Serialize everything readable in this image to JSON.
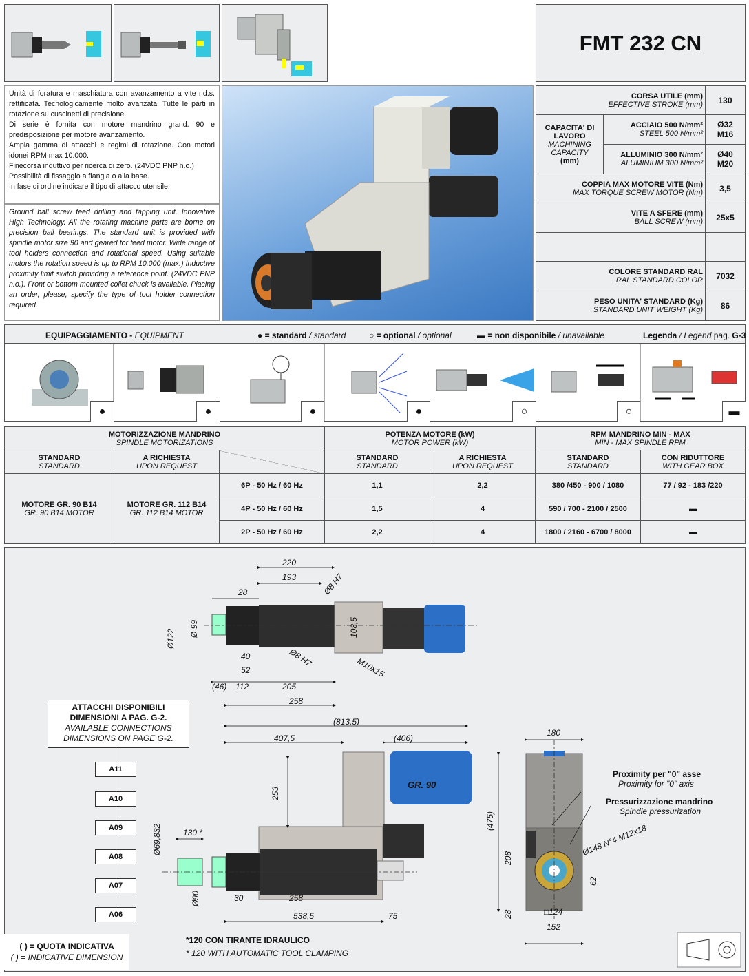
{
  "title": "FMT 232 CN",
  "desc_it": [
    "Unità di foratura e maschiatura con avanzamento a vite r.d.s. rettificata. Tecnologicamente molto avanzata. Tutte le parti in rotazione su cuscinetti di precisione.",
    "Di serie è fornita con motore mandrino grand. 90 e predisposizione per motore avanzamento.",
    "Ampia gamma di attacchi e regimi di rotazione. Con motori idonei RPM max 10.000.",
    "Finecorsa induttivo per ricerca di zero. (24VDC PNP n.o.)",
    "Possibilità di fissaggio a flangia o alla base.",
    "In fase di ordine indicare il tipo di attacco utensile."
  ],
  "desc_en": "Ground ball screw feed drilling and tapping unit. Innovative High Technology. All the rotating machine parts are borne on precision ball bearings. The standard unit is provided with spindle motor size 90 and geared for feed motor. Wide range of tool holders connection and rotational speed. Using suitable motors the rotation speed is up to RPM 10.000 (max.) Inductive proximity limit switch providing a reference point. (24VDC PNP n.o.). Front or bottom mounted collet chuck is available. Placing an order, please, specify the type of tool holder connection required.",
  "specs": {
    "stroke": {
      "it": "CORSA UTILE (mm)",
      "en": "EFFECTIVE STROKE (mm)",
      "value": "130"
    },
    "capacity": {
      "it1": "CAPACITA' DI",
      "it2": "LAVORO",
      "en1": "MACHINING",
      "en2": "CAPACITY",
      "unit": "(mm)"
    },
    "steel": {
      "it": "ACCIAIO 500 N/mm²",
      "en": "STEEL 500 N/mm²",
      "v1": "Ø32",
      "v2": "M16"
    },
    "alu": {
      "it": "ALLUMINIO 300 N/mm²",
      "en": "ALUMINIUM 300 N/mm²",
      "v1": "Ø40",
      "v2": "M20"
    },
    "torque": {
      "it": "COPPIA MAX MOTORE VITE (Nm)",
      "en": "MAX TORQUE SCREW MOTOR (Nm)",
      "value": "3,5"
    },
    "screw": {
      "it": "VITE A SFERE (mm)",
      "en": "BALL SCREW (mm)",
      "value": "25x5"
    },
    "color": {
      "it": "COLORE STANDARD RAL",
      "en": "RAL STANDARD COLOR",
      "value": "7032"
    },
    "weight": {
      "it": "PESO UNITA' STANDARD (Kg)",
      "en": "STANDARD UNIT WEIGHT (Kg)",
      "value": "86"
    }
  },
  "equipment": {
    "title_it": "EQUIPAGGIAMENTO - ",
    "title_en": "EQUIPMENT",
    "std_it": " = standard",
    "std_en": " / standard",
    "opt_it": " = optional",
    "opt_en": " / optional",
    "na_it": " = non disponibile",
    "na_en": " / unavailable",
    "legend_it": "Legenda",
    "legend_en": " / Legend",
    "legend_pag": " pag. ",
    "legend_ref": "G-3",
    "marks": [
      "●",
      "●",
      "●",
      "●",
      "○",
      "○",
      "▬"
    ]
  },
  "motor": {
    "h1_it": "MOTORIZZAZIONE MANDRINO",
    "h1_en": "SPINDLE MOTORIZATIONS",
    "h2_it": "POTENZA MOTORE (kW)",
    "h2_en": "MOTOR POWER (kW)",
    "h3_it": "RPM MANDRINO MIN - MAX",
    "h3_en": "MIN - MAX SPINDLE RPM",
    "std_it": "STANDARD",
    "std_en": "STANDARD",
    "req_it": "A RICHIESTA",
    "req_en": "UPON REQUEST",
    "gear_it": "CON RIDUTTORE",
    "gear_en": "WITH GEAR BOX",
    "m_std_it": "MOTORE  GR. 90  B14",
    "m_std_en": "GR. 90  B14  MOTOR",
    "m_req_it": "MOTORE  GR. 112  B14",
    "m_req_en": "GR. 112  B14  MOTOR",
    "rows": [
      {
        "freq": "6P - 50 Hz / 60 Hz",
        "p_std": "1,1",
        "p_req": "2,2",
        "rpm": "380 /450 - 900 / 1080",
        "gear": "77 / 92 - 183 /220"
      },
      {
        "freq": "4P - 50 Hz / 60 Hz",
        "p_std": "1,5",
        "p_req": "4",
        "rpm": "590 / 700 - 2100 / 2500",
        "gear": "▬"
      },
      {
        "freq": "2P - 50 Hz / 60 Hz",
        "p_std": "2,2",
        "p_req": "4",
        "rpm": "1800 / 2160 - 6700 / 8000",
        "gear": "▬"
      }
    ]
  },
  "drawing": {
    "att_it1": "ATTACCHI DISPONIBILI",
    "att_it2": "DIMENSIONI A PAG. G-2.",
    "att_en1": "AVAILABLE CONNECTIONS",
    "att_en2": "DIMENSIONS ON PAGE G-2.",
    "attachments": [
      "A11",
      "A10",
      "A09",
      "A08",
      "A07",
      "A06"
    ],
    "top_dims": [
      "220",
      "193",
      "28",
      "Ø8 H7",
      "Ø 99",
      "108,5",
      "40",
      "52",
      "Ø8 H7",
      "M10x15",
      "(46)",
      "112",
      "205",
      "258"
    ],
    "d122": "Ø122",
    "side_dims": [
      "(813,5)",
      "407,5",
      "(406)",
      "253",
      "130 *",
      "Ø90",
      "30",
      "258",
      "538,5",
      "75"
    ],
    "d69": "Ø69,832",
    "end_dims": [
      "180",
      "(475)",
      "208",
      "28",
      "62",
      "□124",
      "152",
      "Ø148 N°4 M12x18"
    ],
    "motor_label": "GR. 90",
    "prox_it": "Proximity per \"0\" asse",
    "prox_en": "Proximity for \"0\" axis",
    "press_it": "Pressurizzazione mandrino",
    "press_en": "Spindle pressurization",
    "quota_it": "( ) = QUOTA INDICATIVA",
    "quota_en": "( ) = INDICATIVE DIMENSION",
    "note_it": "*120 CON TIRANTE IDRAULICO",
    "note_en": "* 120 WITH AUTOMATIC TOOL CLAMPING"
  },
  "colors": {
    "panel": "#eceef0",
    "motor_blue": "#2b6fc7",
    "photo_bg": "#4a86c9"
  }
}
